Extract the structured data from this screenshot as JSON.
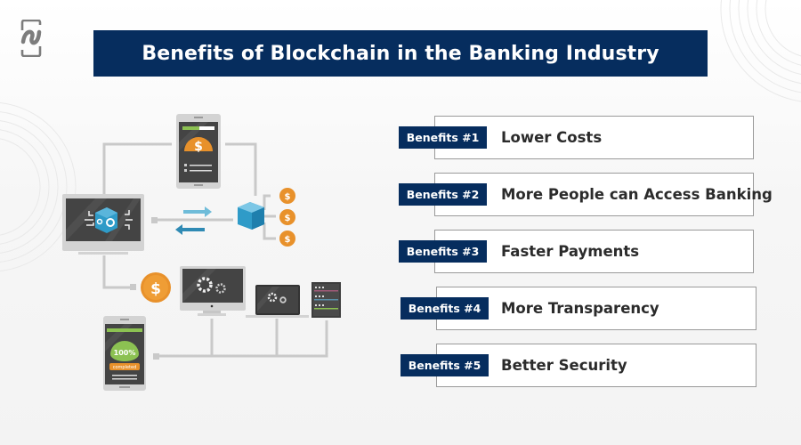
{
  "header": {
    "title": "Benefits of Blockchain in the Banking Industry"
  },
  "brand": {
    "logo_icon": "n-logo-icon",
    "title_bg": "#062d5e",
    "tag_bg": "#062d5e",
    "coin_color": "#e8912b",
    "cube_color": "#2f9bc8",
    "progress_color": "#8cc152"
  },
  "benefits": [
    {
      "tag": "Benefits #1",
      "label": "Lower Costs"
    },
    {
      "tag": "Benefits #2",
      "label": "More People can Access Banking"
    },
    {
      "tag": "Benefits #3",
      "label": "Faster Payments"
    },
    {
      "tag": "Benefits #4",
      "label": "More Transparency"
    },
    {
      "tag": "Benefits #5",
      "label": "Better Security"
    }
  ],
  "illustration": {
    "currency_symbol": "$",
    "mobile_progress_text": "100%",
    "mobile_status_text": "completed",
    "icons": [
      "smartphone-icon",
      "monitor-icon",
      "blockchain-cube-icon",
      "coin-icon",
      "gear-icon",
      "laptop-icon",
      "server-icon",
      "arrow-right-icon",
      "arrow-left-icon"
    ]
  }
}
